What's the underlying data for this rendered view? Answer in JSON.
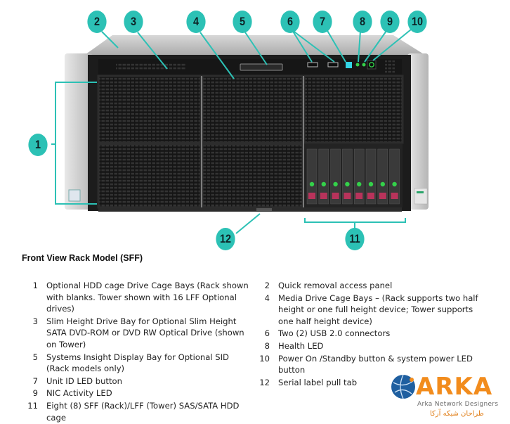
{
  "figure": {
    "description": "HPE server front view, rack model (SFF)",
    "callouts": [
      "1",
      "2",
      "3",
      "4",
      "5",
      "6",
      "7",
      "8",
      "9",
      "10",
      "11",
      "12"
    ],
    "colors": {
      "callout": "#2cc1b5",
      "chassis_dark": "#1c1c1c",
      "chassis_silver": "#c9c9c9",
      "uid_led": "#33d6e6",
      "health_led": "#34d14a",
      "drive_tab": "#b8335b"
    },
    "drive_count": 8
  },
  "caption": "Front View Rack Model (SFF)",
  "legend": {
    "left": [
      {
        "num": "1",
        "text": "Optional HDD cage Drive Cage Bays (Rack shown with blanks. Tower shown with 16 LFF Optional drives)"
      },
      {
        "num": "3",
        "text": "Slim Height Drive Bay for Optional Slim Height SATA DVD-ROM or DVD RW Optical Drive (shown on Tower)"
      },
      {
        "num": "5",
        "text": "Systems Insight Display Bay for Optional SID (Rack models only)"
      },
      {
        "num": "7",
        "text": "Unit ID LED button"
      },
      {
        "num": "9",
        "text": "NIC Activity LED"
      },
      {
        "num": "11",
        "text": "Eight (8) SFF (Rack)/LFF (Tower) SAS/SATA HDD cage"
      }
    ],
    "right": [
      {
        "num": "2",
        "text": "Quick removal access panel"
      },
      {
        "num": "4",
        "text": "Media Drive Cage Bays – (Rack supports two half height or one full height device; Tower supports one half height device)"
      },
      {
        "num": "6",
        "text": "Two (2) USB 2.0 connectors"
      },
      {
        "num": "8",
        "text": "Health LED"
      },
      {
        "num": "10",
        "text": "Power On /Standby button & system power LED button"
      },
      {
        "num": "12",
        "text": "Serial label pull tab"
      }
    ]
  },
  "logo": {
    "name": "ARKA",
    "tagline": "Arka Network Designers",
    "tagline_fa": "طراحان شبکه آرکا",
    "colors": {
      "orange": "#f28c1d",
      "blue": "#1f5fa0"
    }
  }
}
